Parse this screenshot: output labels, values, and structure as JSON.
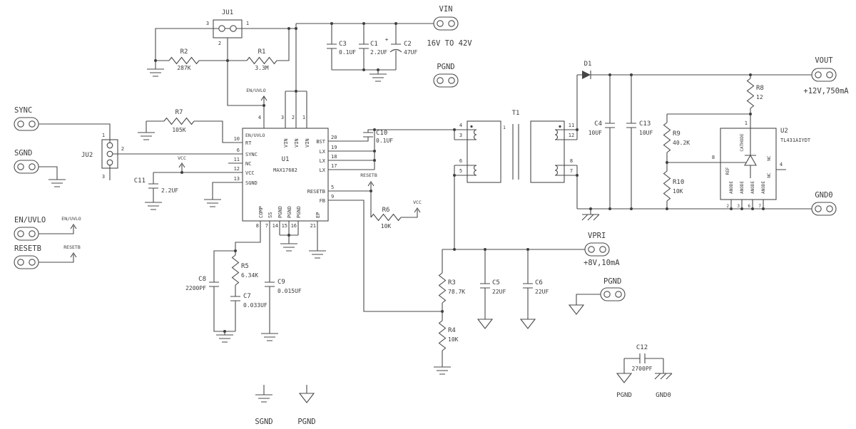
{
  "colors": {
    "background": "#ffffff",
    "wire": "#4a4a4a",
    "text": "#3b3b3b"
  },
  "connectors": {
    "vin": {
      "name": "VIN",
      "note": "16V TO 42V"
    },
    "pgnd_top": {
      "name": "PGND"
    },
    "sync": {
      "name": "SYNC"
    },
    "sgnd": {
      "name": "SGND"
    },
    "en_uvlo": {
      "name": "EN/UVLO"
    },
    "resetb": {
      "name": "RESETB"
    },
    "vout": {
      "name": "VOUT",
      "note": "+12V,750mA"
    },
    "gnd0": {
      "name": "GND0"
    },
    "vpri": {
      "name": "VPRI",
      "note": "+8V,10mA"
    },
    "pgnd_mid": {
      "name": "PGND"
    }
  },
  "jumpers": {
    "ju1": {
      "ref": "JU1",
      "pin1": "1",
      "pin2": "2",
      "pin3": "3"
    },
    "ju2": {
      "ref": "JU2",
      "pin1": "1",
      "pin2": "2",
      "pin3": "3"
    }
  },
  "resistors": {
    "r1": {
      "ref": "R1",
      "value": "3.3M"
    },
    "r2": {
      "ref": "R2",
      "value": "287K"
    },
    "r3": {
      "ref": "R3",
      "value": "78.7K"
    },
    "r4": {
      "ref": "R4",
      "value": "10K"
    },
    "r5": {
      "ref": "R5",
      "value": "6.34K"
    },
    "r6": {
      "ref": "R6",
      "value": "10K"
    },
    "r7": {
      "ref": "R7",
      "value": "105K"
    },
    "r8": {
      "ref": "R8",
      "value": "12"
    },
    "r9": {
      "ref": "R9",
      "value": "40.2K"
    },
    "r10": {
      "ref": "R10",
      "value": "10K"
    }
  },
  "capacitors": {
    "c1": {
      "ref": "C1",
      "value": "2.2UF"
    },
    "c2": {
      "ref": "C2",
      "value": "47UF",
      "polarity": "+"
    },
    "c3": {
      "ref": "C3",
      "value": "0.1UF"
    },
    "c4": {
      "ref": "C4",
      "value": "10UF"
    },
    "c5": {
      "ref": "C5",
      "value": "22UF"
    },
    "c6": {
      "ref": "C6",
      "value": "22UF"
    },
    "c7": {
      "ref": "C7",
      "value": "0.033UF"
    },
    "c8": {
      "ref": "C8",
      "value": "2200PF"
    },
    "c9": {
      "ref": "C9",
      "value": "0.015UF"
    },
    "c10": {
      "ref": "C10",
      "value": "0.1UF"
    },
    "c11": {
      "ref": "C11",
      "value": "2.2UF"
    },
    "c12": {
      "ref": "C12",
      "value": "2700PF"
    },
    "c13": {
      "ref": "C13",
      "value": "10UF"
    }
  },
  "diode": {
    "ref": "D1"
  },
  "transformer": {
    "ref": "T1",
    "pin4": "4",
    "pin3": "3",
    "pin6": "6",
    "pin5": "5",
    "pin11": "11",
    "pin12": "12",
    "pin8": "8",
    "pin7": "7",
    "pin_inner": "1"
  },
  "u1": {
    "ref": "U1",
    "part": "MAX17682",
    "pins": {
      "en_uvlo": {
        "name": "EN/UVLO",
        "num": "4"
      },
      "vin3": {
        "name": "VIN",
        "num": "3"
      },
      "vin2": {
        "name": "VIN",
        "num": "2"
      },
      "vin1": {
        "name": "VIN",
        "num": "1"
      },
      "rt": {
        "name": "RT",
        "num": "10"
      },
      "sync": {
        "name": "SYNC",
        "num": "6"
      },
      "nc": {
        "name": "NC",
        "num": "11"
      },
      "vcc": {
        "name": "VCC",
        "num": "12"
      },
      "sgnd": {
        "name": "SGND",
        "num": "13"
      },
      "bst": {
        "name": "BST",
        "num": "20"
      },
      "lx19": {
        "name": "LX",
        "num": "19"
      },
      "lx18": {
        "name": "LX",
        "num": "18"
      },
      "lx17": {
        "name": "LX",
        "num": "17"
      },
      "resetb": {
        "name": "RESETB",
        "num": "5"
      },
      "fb": {
        "name": "FB",
        "num": "9"
      },
      "comp": {
        "name": "COMP",
        "num": "8"
      },
      "ss": {
        "name": "SS",
        "num": "7"
      },
      "pgnd14": {
        "name": "PGND",
        "num": "14"
      },
      "pgnd15": {
        "name": "PGND",
        "num": "15"
      },
      "pgnd16": {
        "name": "PGND",
        "num": "16"
      },
      "ep": {
        "name": "EP",
        "num": "21"
      }
    }
  },
  "u2": {
    "ref": "U2",
    "part": "TL431AIYDT",
    "pins": {
      "cathode": {
        "name": "CATHODE",
        "num": "1"
      },
      "ref": {
        "name": "REF",
        "num": "8"
      },
      "nc_a": {
        "name": "NC"
      },
      "nc_b": {
        "name": "NC",
        "num": "4"
      },
      "anode_a": {
        "name": "ANODE",
        "num": "2"
      },
      "anode_b": {
        "name": "ANODE",
        "num": "3"
      },
      "anode_c": {
        "name": "ANODE",
        "num": "6"
      },
      "anode_d": {
        "name": "ANODE",
        "num": "7"
      }
    }
  },
  "nets": {
    "vcc": "VCC",
    "en_uvlo": "EN/UVLO",
    "resetb": "RESETB"
  },
  "grounds": {
    "sgnd": "SGND",
    "pgnd": "PGND",
    "gnd0": "GND0"
  }
}
